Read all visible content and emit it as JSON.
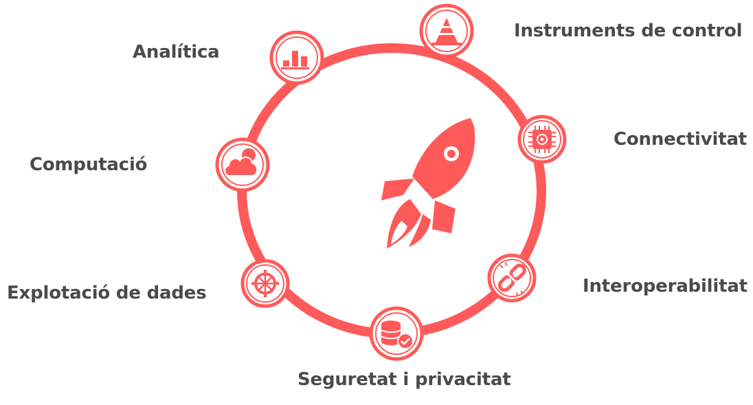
{
  "diagram": {
    "nodes": [
      {
        "id": "instruments",
        "label": "Instruments de control",
        "icon": "traffic-cone-icon"
      },
      {
        "id": "connectivitat",
        "label": "Connectivitat",
        "icon": "chip-icon"
      },
      {
        "id": "interoperabilitat",
        "label": "Interoperabilitat",
        "icon": "chain-link-icon"
      },
      {
        "id": "seguretat",
        "label": "Seguretat i privacitat",
        "icon": "database-check-icon"
      },
      {
        "id": "explotacio",
        "label": "Explotació de dades",
        "icon": "gear-wheel-icon"
      },
      {
        "id": "computacio",
        "label": "Computació",
        "icon": "cloud-icon"
      },
      {
        "id": "analitica",
        "label": "Analítica",
        "icon": "bar-chart-icon"
      }
    ],
    "center_icon": "rocket-icon",
    "colors": {
      "accent": "#ff5a5a",
      "label_text": "#4a4a4a",
      "background": "#ffffff"
    }
  }
}
